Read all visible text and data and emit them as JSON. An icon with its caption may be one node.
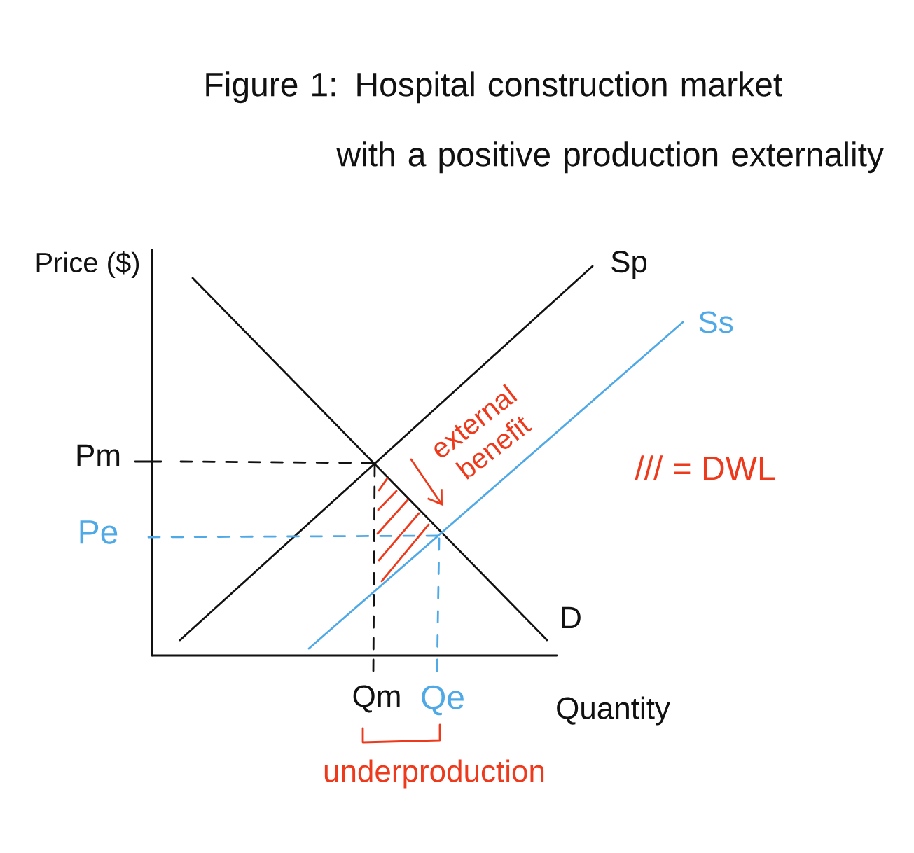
{
  "diagram": {
    "title": "Figure 1: Hospital construction market with a positive production externality",
    "labels": [
      "Price ($)",
      "Sp",
      "Ss",
      "external benefit",
      "Pm",
      "/// = DWL",
      "Pe",
      "D",
      "Qm",
      "Qe",
      "Quantity",
      "underproduction"
    ]
  }
}
